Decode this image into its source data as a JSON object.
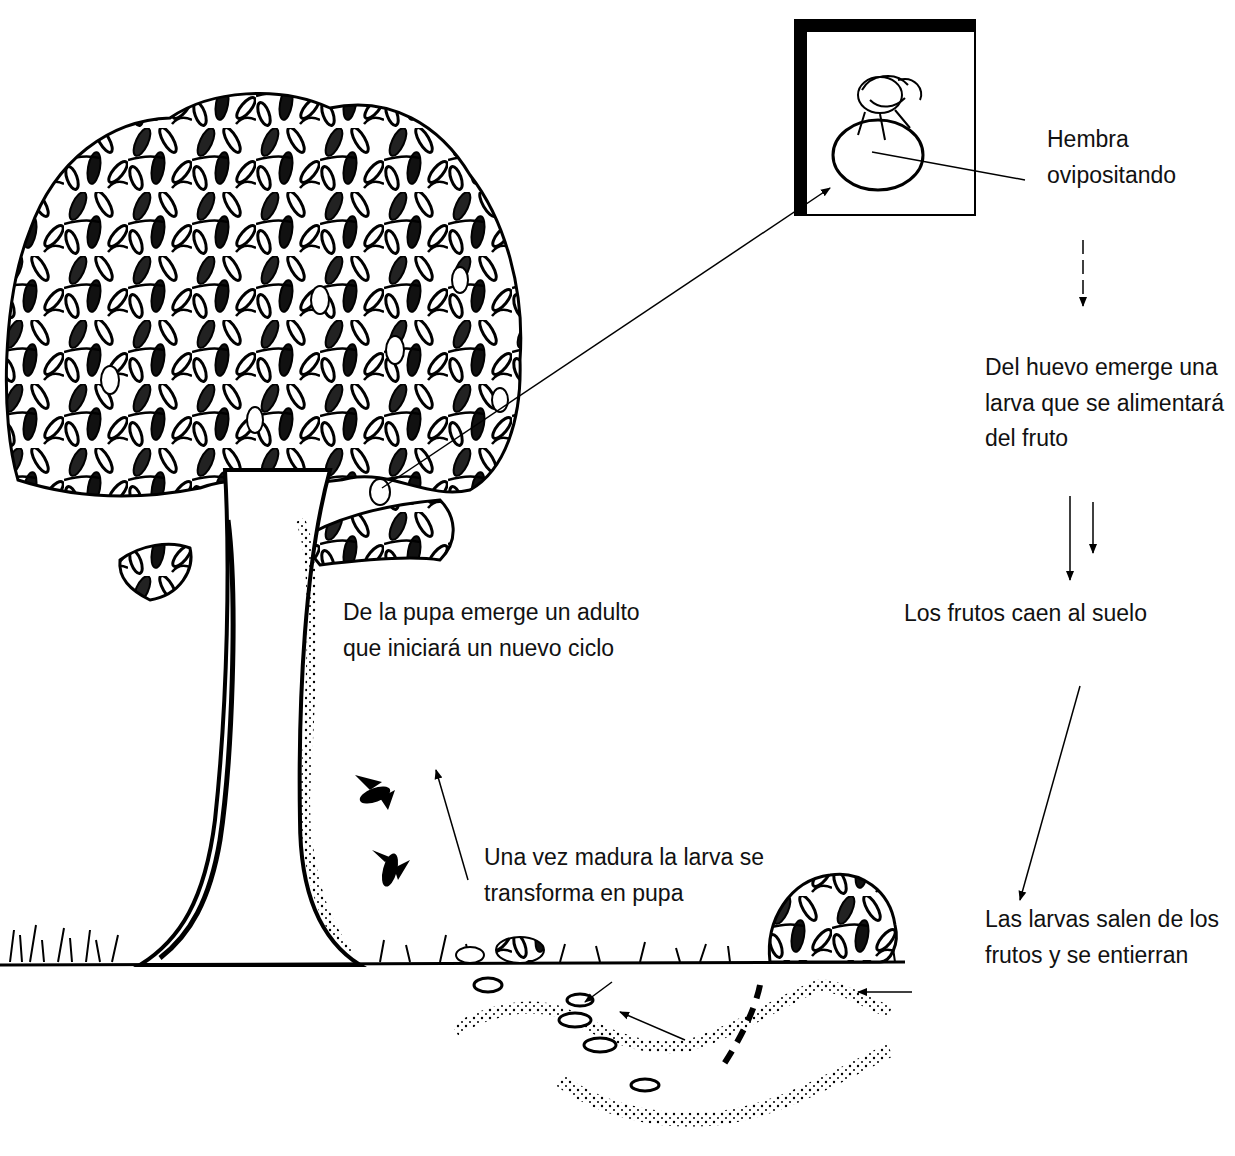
{
  "diagram": {
    "labels": [
      "Hembra ovipositando",
      "Del huevo emerge una larva que se alimentará del fruto",
      "Los frutos caen al suelo",
      "Las larvas salen de los frutos y se entierran",
      "Una vez madura la larva se transforma en pupa",
      "De la pupa emerge un adulto que iniciará un nuevo ciclo"
    ]
  }
}
